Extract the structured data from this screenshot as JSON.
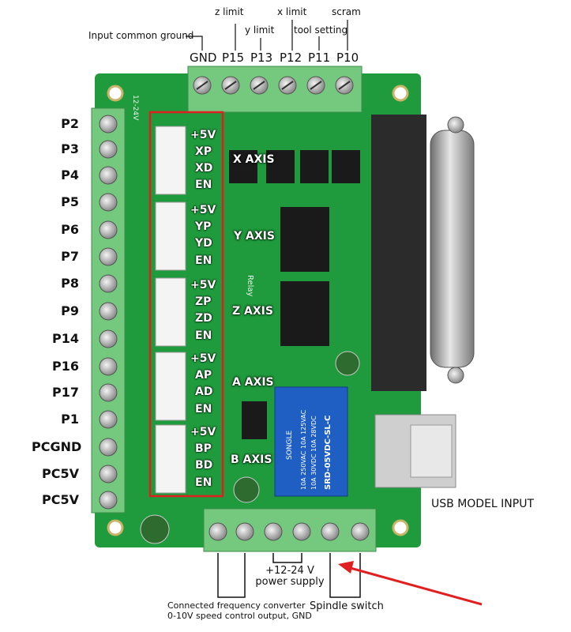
{
  "top_labels": {
    "z_limit": "z limit",
    "x_limit": "x limit",
    "scram": "scram",
    "y_limit": "y limit",
    "tool_setting": "tool setting",
    "input_common_ground": "Input common ground"
  },
  "top_pins": [
    "GND",
    "P15",
    "P13",
    "P12",
    "P11",
    "P10"
  ],
  "left_pins": [
    "P2",
    "P3",
    "P4",
    "P5",
    "P6",
    "P7",
    "P8",
    "P9",
    "P14",
    "P16",
    "P17",
    "P1",
    "PCGND",
    "PC5V",
    "PC5V"
  ],
  "axis_groups": [
    {
      "pins": [
        "+5V",
        "XP",
        "XD",
        "EN"
      ],
      "title": "X AXIS"
    },
    {
      "pins": [
        "+5V",
        "YP",
        "YD",
        "EN"
      ],
      "title": "Y AXIS"
    },
    {
      "pins": [
        "+5V",
        "ZP",
        "ZD",
        "EN"
      ],
      "title": "Z AXIS"
    },
    {
      "pins": [
        "+5V",
        "AP",
        "AD",
        "EN"
      ],
      "title": "A AXIS"
    },
    {
      "pins": [
        "+5V",
        "BP",
        "BD",
        "EN"
      ],
      "title": "B AXIS"
    }
  ],
  "usb_label": "USB MODEL INPUT",
  "bottom": {
    "power_line1": "+12-24 V",
    "power_line2": "power supply",
    "converter_line1": "Connected frequency converter",
    "converter_line2": "0-10V speed control output, GND",
    "spindle": "Spindle switch"
  },
  "relay_text": [
    "SONGLE",
    "10A 250VAC 10A 125VAC",
    "10A 30VDC 10A 28VDC",
    "SRD-05VDC-SL-C"
  ],
  "board_text": {
    "model": "12-24V",
    "relay": "Relay"
  },
  "colors": {
    "board": "#1f9a3c",
    "terminal": "#74c97f",
    "highlight": "#e02020",
    "relay": "#1f5fc4",
    "arrow": "#e02020"
  }
}
